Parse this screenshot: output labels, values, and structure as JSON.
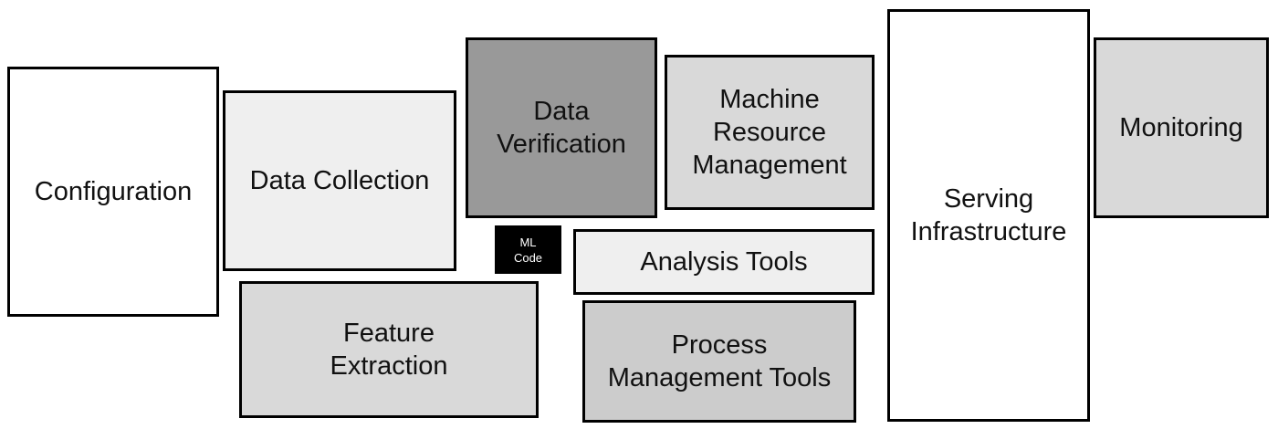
{
  "colors": {
    "white": "#ffffff",
    "very_light_gray": "#efefef",
    "light_gray": "#d9d9d9",
    "medium_gray": "#cccccc",
    "dark_gray": "#999999",
    "black": "#000000"
  },
  "boxes": {
    "configuration": {
      "label": "Configuration",
      "fill": "#ffffff"
    },
    "data_collection": {
      "label": "Data Collection",
      "fill": "#efefef"
    },
    "data_verification": {
      "label": "Data\nVerification",
      "fill": "#999999"
    },
    "machine_resource_management": {
      "label": "Machine\nResource\nManagement",
      "fill": "#d9d9d9"
    },
    "serving_infrastructure": {
      "label": "Serving\nInfrastructure",
      "fill": "#ffffff"
    },
    "monitoring": {
      "label": "Monitoring",
      "fill": "#d9d9d9"
    },
    "ml_code": {
      "label": "ML\nCode",
      "fill": "#000000"
    },
    "analysis_tools": {
      "label": "Analysis Tools",
      "fill": "#efefef"
    },
    "feature_extraction": {
      "label": "Feature\nExtraction",
      "fill": "#d9d9d9"
    },
    "process_management_tools": {
      "label": "Process\nManagement Tools",
      "fill": "#cccccc"
    }
  }
}
